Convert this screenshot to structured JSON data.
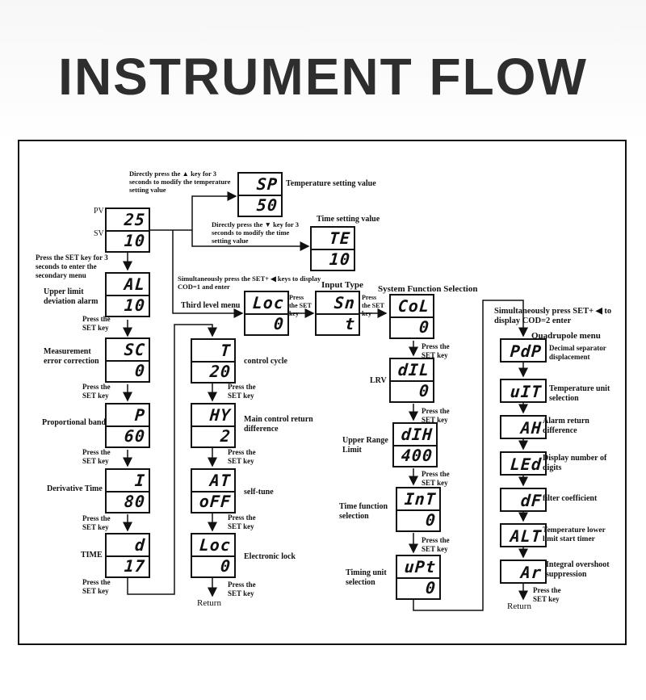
{
  "title": "INSTRUMENT FLOW",
  "labels": {
    "pv": "PV",
    "sv": "SV",
    "up_key_note": "Directly press the ▲ key for 3 seconds to modify the temperature setting value",
    "sp_desc": "Temperature setting value",
    "down_key_note": "Directly press the ▼ key for 3 seconds to modify the time setting value",
    "te_desc": "Time setting value",
    "secondary_note": "Press the SET key for 3 seconds to enter the secondary menu",
    "third_note": "Simultaneously press the SET+ ◀ keys to display COD=1 and enter",
    "third_menu": "Third level menu",
    "press_set": "Press the SET key",
    "input_type": "Input Type",
    "system_function": "System Function Selection",
    "quad_note": "Simultaneously press SET+ ◀ to display COD=2 enter",
    "quad_menu": "Quadrupole menu",
    "return": "Return"
  },
  "main_displays": [
    {
      "top": "25",
      "bottom": "10"
    },
    {
      "top": "SP",
      "bottom": "50"
    },
    {
      "top": "TE",
      "bottom": "10"
    }
  ],
  "secondary_menu": [
    {
      "top": "AL",
      "bottom": "10",
      "desc": "Upper limit deviation alarm"
    },
    {
      "top": "SC",
      "bottom": "0",
      "desc": "Measurement error correction"
    },
    {
      "top": "P",
      "bottom": "60",
      "desc": "Proportional band"
    },
    {
      "top": "I",
      "bottom": "80",
      "desc": "Derivative Time"
    },
    {
      "top": "d",
      "bottom": "17",
      "desc": "TIME"
    }
  ],
  "column_two": [
    {
      "top": "T",
      "bottom": "20",
      "desc": "control cycle"
    },
    {
      "top": "HY",
      "bottom": "2",
      "desc": "Main control return difference"
    },
    {
      "top": "AT",
      "bottom": "oFF",
      "desc": "self-tune"
    },
    {
      "top": "Loc",
      "bottom": "0",
      "desc": "Electronic lock"
    }
  ],
  "third_menu_displays": [
    {
      "top": "Loc",
      "bottom": "0"
    },
    {
      "top": "Sn",
      "bottom": "t"
    }
  ],
  "system_menu": [
    {
      "top": "CoL",
      "bottom": "0",
      "desc": ""
    },
    {
      "top": "dIL",
      "bottom": "0",
      "desc": "LRV"
    },
    {
      "top": "dIH",
      "bottom": "400",
      "desc": "Upper Range Limit"
    },
    {
      "top": "InT",
      "bottom": "0",
      "desc": "Time function selection"
    },
    {
      "top": "uPt",
      "bottom": "0",
      "desc": "Timing unit selection"
    }
  ],
  "quad_menu_items": [
    {
      "code": "PdP",
      "desc": "Decimal separator displacement"
    },
    {
      "code": "uIT",
      "desc": "Temperature unit selection"
    },
    {
      "code": "AH",
      "desc": "Alarm return difference"
    },
    {
      "code": "LEd",
      "desc": "Display number of digits"
    },
    {
      "code": "dF",
      "desc": "filter coefficient"
    },
    {
      "code": "ALT",
      "desc": "Temperature lower limit start timer"
    },
    {
      "code": "Ar",
      "desc": "Integral overshoot suppression"
    }
  ]
}
